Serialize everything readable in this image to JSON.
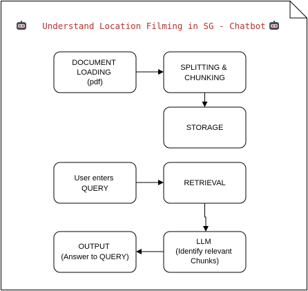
{
  "title": {
    "text": "Understand Location Filming in SG - Chatbot",
    "icon": "robot-icon",
    "color": "#b8312f"
  },
  "nodes": {
    "document_loading": {
      "lines": [
        "DOCUMENT",
        "LOADING",
        "(pdf)"
      ]
    },
    "splitting": {
      "lines": [
        "SPLITTING &",
        "CHUNKING"
      ]
    },
    "storage": {
      "lines": [
        "STORAGE"
      ]
    },
    "user_query": {
      "lines": [
        "User enters",
        "QUERY"
      ]
    },
    "retrieval": {
      "lines": [
        "RETRIEVAL"
      ]
    },
    "llm": {
      "lines": [
        "LLM",
        "(Identify relevant",
        "Chunks)"
      ]
    },
    "output": {
      "lines": [
        "OUTPUT",
        "(Answer to QUERY)"
      ]
    }
  },
  "edges": [
    {
      "from": "document_loading",
      "to": "splitting"
    },
    {
      "from": "splitting",
      "to": "storage"
    },
    {
      "from": "user_query",
      "to": "retrieval"
    },
    {
      "from": "retrieval",
      "to": "llm"
    },
    {
      "from": "llm",
      "to": "output"
    }
  ]
}
